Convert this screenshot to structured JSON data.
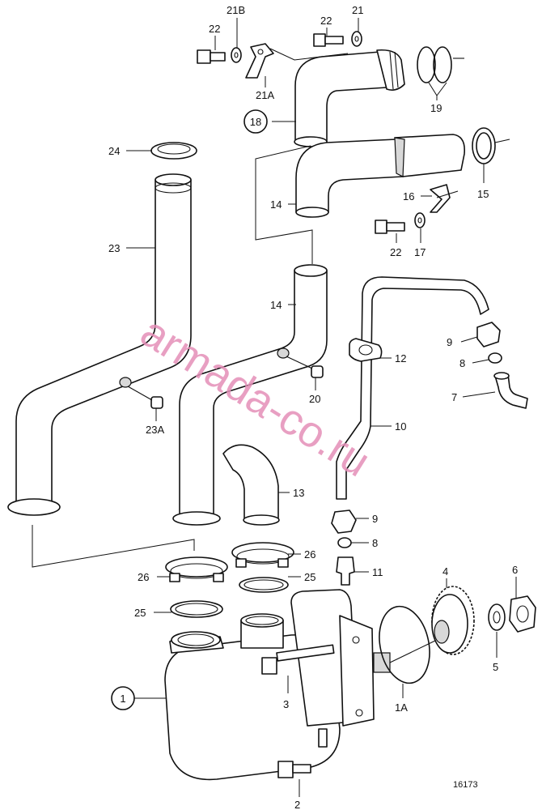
{
  "diagram": {
    "watermark": "armada-co.ru",
    "drawing_number": "16173",
    "labels": {
      "p1": "1",
      "p1A": "1A",
      "p2": "2",
      "p3": "3",
      "p4": "4",
      "p5": "5",
      "p6": "6",
      "p7": "7",
      "p8a": "8",
      "p8b": "8",
      "p9a": "9",
      "p9b": "9",
      "p10": "10",
      "p11": "11",
      "p12": "12",
      "p13": "13",
      "p14a": "14",
      "p14b": "14",
      "p15": "15",
      "p16": "16",
      "p17": "17",
      "p18": "18",
      "p19": "19",
      "p20": "20",
      "p21": "21",
      "p21A": "21A",
      "p21B": "21B",
      "p22a": "22",
      "p22b": "22",
      "p22c": "22",
      "p23": "23",
      "p23A": "23A",
      "p24": "24",
      "p25a": "25",
      "p25b": "25",
      "p26a": "26",
      "p26b": "26"
    }
  }
}
